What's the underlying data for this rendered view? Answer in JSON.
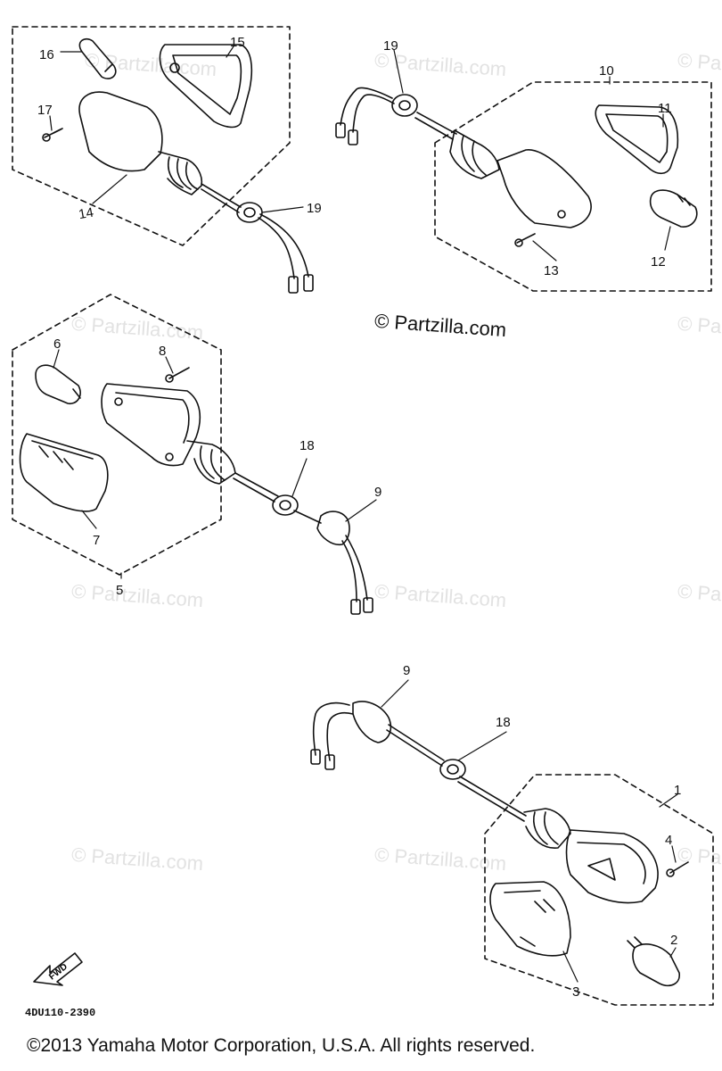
{
  "watermark": "© Partzilla.com",
  "diagram_ref": "4DU110-2390",
  "copyright": "©2013 Yamaha Motor Corporation, U.S.A. All rights reserved.",
  "fwd_label": "FWD",
  "callouts": {
    "c1": "1",
    "c2": "2",
    "c3": "3",
    "c4": "4",
    "c5": "5",
    "c6": "6",
    "c7": "7",
    "c8": "8",
    "c9a": "9",
    "c9b": "9",
    "c10": "10",
    "c11": "11",
    "c12": "12",
    "c13": "13",
    "c14": "14",
    "c15": "15",
    "c16": "16",
    "c17": "17",
    "c18a": "18",
    "c18b": "18",
    "c19a": "19",
    "c19b": "19"
  }
}
